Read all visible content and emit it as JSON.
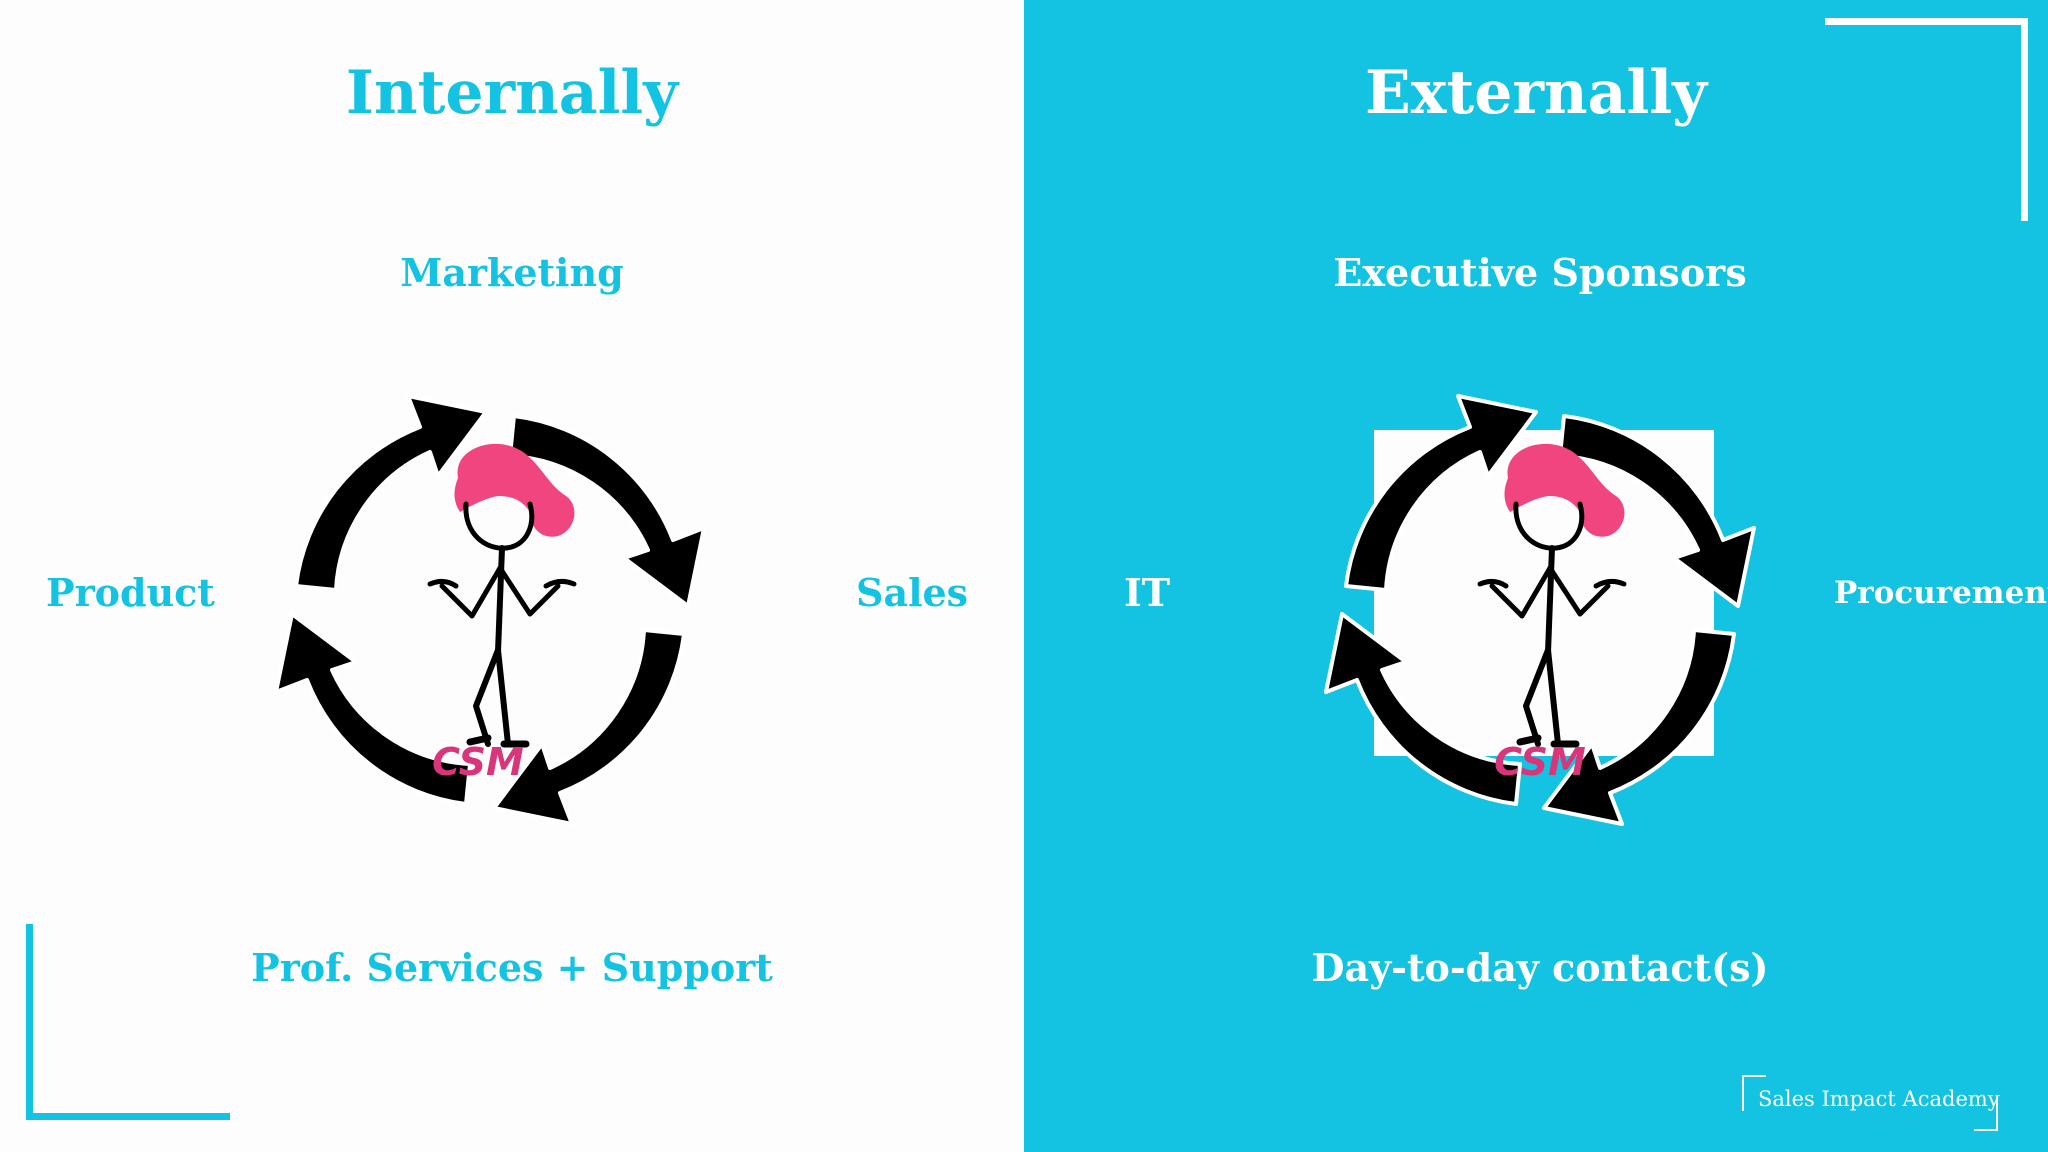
{
  "colors": {
    "accent": "#14c3e1",
    "white": "#ffffff",
    "csm_pink": "#d8357b",
    "hair": "#f0457f",
    "arrow": "#000000"
  },
  "internally": {
    "heading": "Internally",
    "top": "Marketing",
    "right": "Sales",
    "bottom": "Prof. Services + Support",
    "left": "Product",
    "center": "CSM"
  },
  "externally": {
    "heading": "Externally",
    "top": "Executive Sponsors",
    "right": "Procurement",
    "bottom": "Day-to-day contact(s)",
    "left": "IT",
    "center": "CSM"
  },
  "logo": {
    "text": "Sales Impact Academy"
  },
  "icons": [
    "cycle-arrows-icon",
    "stick-figure-icon",
    "corner-bracket-icon"
  ]
}
